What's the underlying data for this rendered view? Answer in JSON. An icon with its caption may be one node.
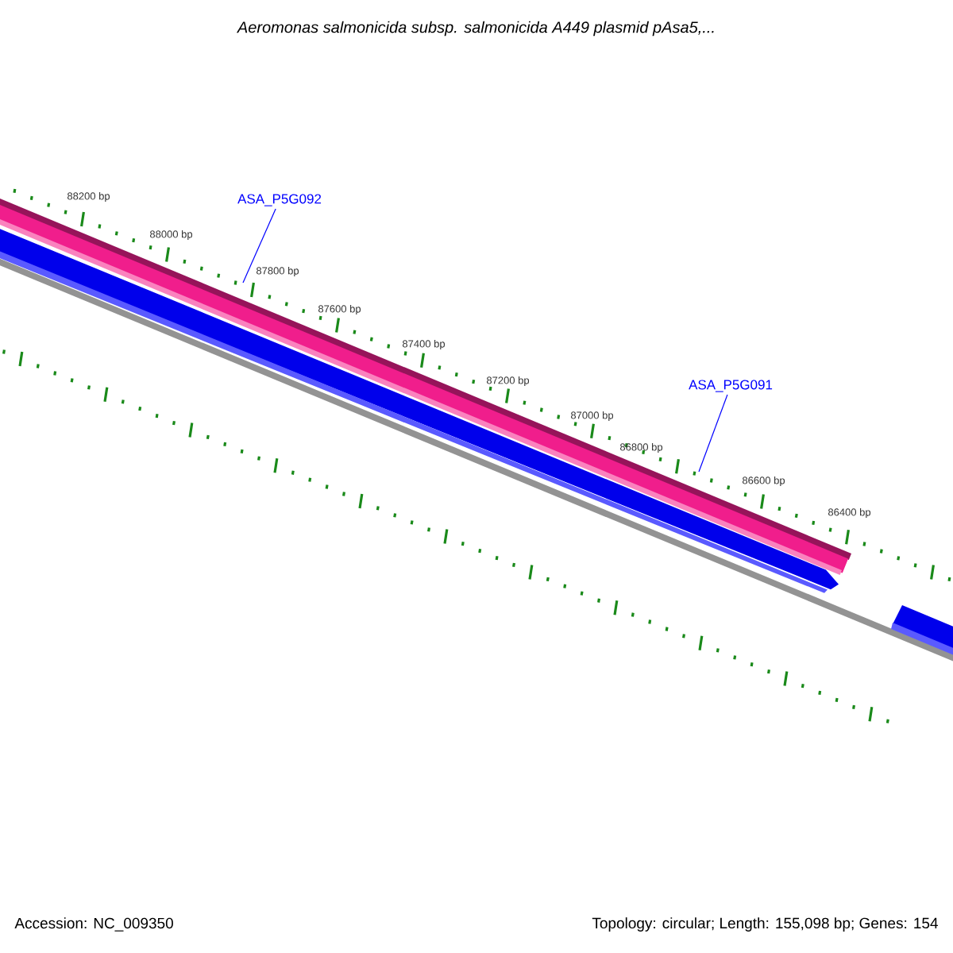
{
  "diagram": {
    "title": "Aeromonas salmonicida subsp. salmonicida A449 plasmid pAsa5,...",
    "nodes": [
      {
        "text": [
          "ASA_P5G092"
        ]
      },
      {
        "text": [
          "ASA_P5G091"
        ]
      }
    ],
    "edges": [
      {
        "from": 0,
        "to": null,
        "arrow": "none"
      },
      {
        "from": 1,
        "to": null,
        "arrow": "none"
      }
    ],
    "labels": [
      "88200 bp",
      "88000 bp",
      "87800 bp",
      "87600 bp",
      "87400 bp",
      "87200 bp",
      "87000 bp",
      "86800 bp",
      "86600 bp",
      "86400 bp",
      "Accession: NC_009350",
      "Topology: circular; Length: 155,098 bp; Genes: 154"
    ]
  }
}
